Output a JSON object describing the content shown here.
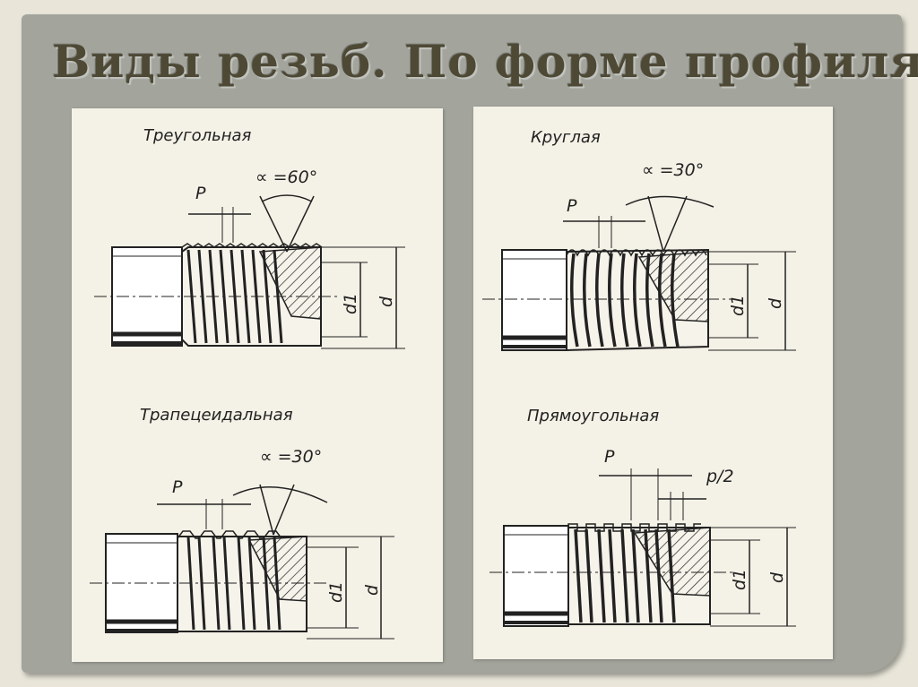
{
  "slide": {
    "title": "Виды резьб. По форме профиля"
  },
  "threads": {
    "triangular": {
      "name": "Треугольная",
      "angle": "∝ =60°",
      "pitch": "P",
      "minor": "d1",
      "major": "d"
    },
    "trapezoidal": {
      "name": "Трапецеидальная",
      "angle": "∝ =30°",
      "pitch": "P",
      "minor": "d1",
      "major": "d"
    },
    "round": {
      "name": "Круглая",
      "angle": "∝ =30°",
      "pitch": "P",
      "minor": "d1",
      "major": "d"
    },
    "rectangular": {
      "name": "Прямоугольная",
      "pitch": "P",
      "half_pitch": "p/2",
      "minor": "d1",
      "major": "d"
    }
  },
  "colors": {
    "slide_bg": "#a3a59d",
    "page_bg": "#e9e6d9",
    "title": "#4d4935",
    "paper": "#f4f1e6",
    "ink": "#222222"
  }
}
